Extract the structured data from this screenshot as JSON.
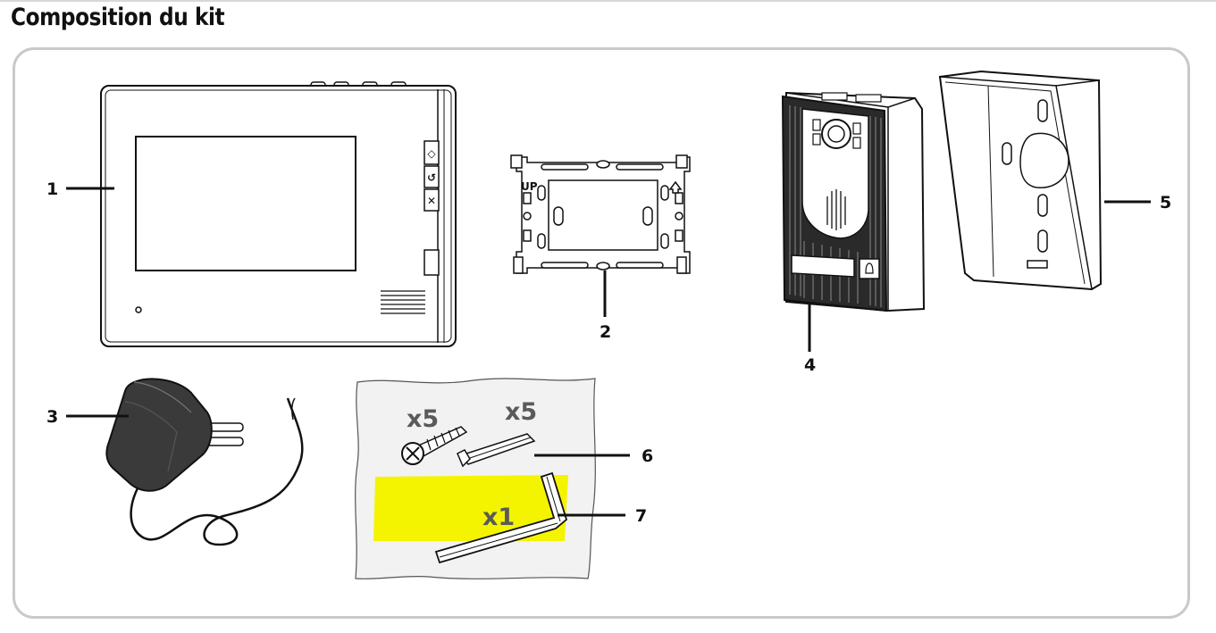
{
  "title": "Composition du kit",
  "items": [
    {
      "number": "1",
      "name": "monitor"
    },
    {
      "number": "2",
      "name": "wall-bracket"
    },
    {
      "number": "3",
      "name": "power-adapter"
    },
    {
      "number": "4",
      "name": "door-station"
    },
    {
      "number": "5",
      "name": "rain-cover"
    },
    {
      "number": "6",
      "name": "screws-and-wall-plugs"
    },
    {
      "number": "7",
      "name": "allen-key"
    }
  ],
  "quantities": {
    "screws": "x5",
    "plugs": "x5",
    "key": "x1"
  },
  "bracket_label": "UP",
  "monitor_buttons": [
    "◇",
    "↺",
    "✕"
  ],
  "colors": {
    "highlight": "#f4f400",
    "frame": "#c9c9c9",
    "ink": "#111111",
    "adapter": "#3a3a3a"
  }
}
